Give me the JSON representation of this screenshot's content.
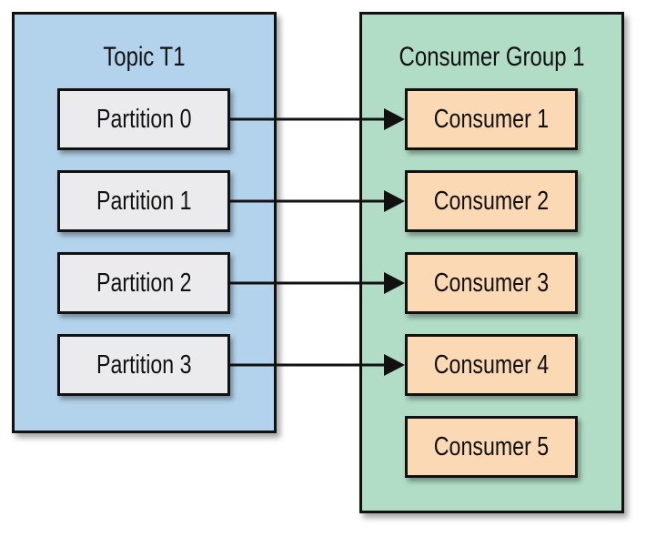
{
  "colors": {
    "topic_bg": "#b3d3ec",
    "group_bg": "#b1dcc6",
    "partition_bg": "#ebebed",
    "consumer_bg": "#fbd9b4",
    "border": "#111111"
  },
  "topic": {
    "title": "Topic T1",
    "partitions": [
      {
        "label": "Partition 0"
      },
      {
        "label": "Partition 1"
      },
      {
        "label": "Partition 2"
      },
      {
        "label": "Partition 3"
      }
    ]
  },
  "consumer_group": {
    "title": "Consumer Group 1",
    "consumers": [
      {
        "label": "Consumer 1"
      },
      {
        "label": "Consumer 2"
      },
      {
        "label": "Consumer 3"
      },
      {
        "label": "Consumer 4"
      },
      {
        "label": "Consumer 5"
      }
    ]
  },
  "edges": [
    {
      "from": "Partition 0",
      "to": "Consumer 1"
    },
    {
      "from": "Partition 1",
      "to": "Consumer 2"
    },
    {
      "from": "Partition 2",
      "to": "Consumer 3"
    },
    {
      "from": "Partition 3",
      "to": "Consumer 4"
    }
  ]
}
